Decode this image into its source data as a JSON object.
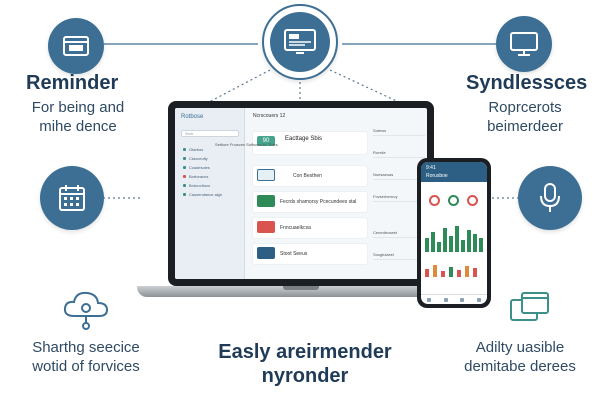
{
  "features": {
    "top_left": {
      "icon": "browser-window-icon",
      "title": "Reminder",
      "line1": "For being and",
      "line2": "mihe dence"
    },
    "top_right": {
      "icon": "monitor-icon",
      "title": "Syndlessces",
      "line1": "Roprcerots",
      "line2": "beimerdeer"
    },
    "mid_left": {
      "icon": "calendar-icon"
    },
    "mid_right": {
      "icon": "microphone-icon"
    },
    "bottom_left": {
      "icon": "cloud-network-icon",
      "line1": "Sharthg seecice",
      "line2": "wotid of forvices"
    },
    "bottom_right": {
      "icon": "overlapping-windows-icon",
      "line1": "Adilty uasible",
      "line2": "demitabe derees"
    },
    "top_center": {
      "icon": "dashboard-screen-icon"
    }
  },
  "headline": {
    "line1": "Easly areirmender",
    "line2": "nyronder"
  },
  "laptop": {
    "sidebar_title": "Rotbose",
    "search_placeholder": "Srch",
    "sidebar_items": [
      "Gtarbos",
      "Ctaxceufly",
      "Ccadesoles",
      "Bortoracns",
      "Bntorcrtlocs",
      "Cassendance aign"
    ],
    "main_title": "Ncrscouers 12",
    "big_card": {
      "tag": "90",
      "title": "Eacttage Sbis",
      "subtitle": "Settlore Fnosces Soffsces fu. Tldes"
    },
    "cards": [
      {
        "text": "Con Besthen"
      },
      {
        "text": "Fecrds shamorsy Pcecundees stal"
      },
      {
        "text": "Fnncuaelkcsa"
      },
      {
        "text": "Stoot Seeus"
      }
    ],
    "right_rows": [
      "Sotews",
      "Rorelie",
      "Nuesaeuas",
      "Fovserbernoy",
      "Cenedtroseet",
      "Sosgtulaeel"
    ]
  },
  "phone": {
    "time": "9:41",
    "title": "Rorusboe"
  },
  "colors": {
    "accent": "#3d6f95",
    "dark": "#1f3b57"
  }
}
